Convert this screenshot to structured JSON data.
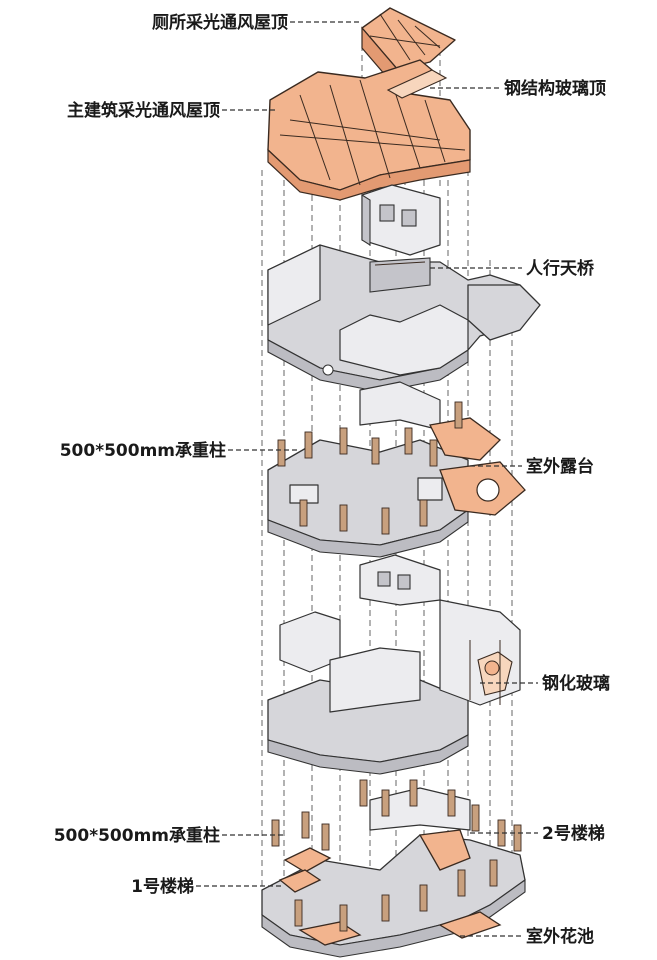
{
  "labels": {
    "toilet_roof": "厕所采光通风屋顶",
    "main_roof": "主建筑采光通风屋顶",
    "steel_glass_roof": "钢结构玻璃顶",
    "pedestrian_bridge": "人行天桥",
    "column_upper": "500*500mm承重柱",
    "outdoor_terrace": "室外露台",
    "tempered_glass": "钢化玻璃",
    "column_lower": "500*500mm承重柱",
    "stair_2": "2号楼梯",
    "stair_1": "1号楼梯",
    "outdoor_planter": "室外花池"
  },
  "colors": {
    "roof": "#f2b48e",
    "slab": "#d6d6da",
    "column": "#c8a07e",
    "line": "#333333"
  }
}
